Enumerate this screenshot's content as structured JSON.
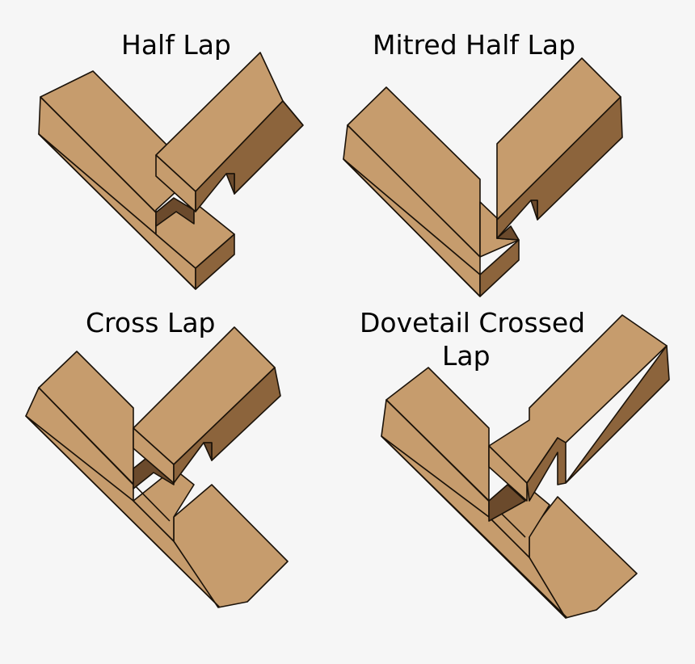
{
  "diagrams": [
    {
      "id": "half-lap",
      "label": "Half Lap"
    },
    {
      "id": "mitred-half-lap",
      "label": "Mitred Half Lap"
    },
    {
      "id": "cross-lap",
      "label": "Cross Lap"
    },
    {
      "id": "dovetail-crossed-lap",
      "label_line1": "Dovetail Crossed",
      "label_line2": "Lap"
    }
  ],
  "colors": {
    "background": "#f6f6f6",
    "wood_face": "#c69c6d",
    "wood_side": "#8c643c",
    "shadow": "#6b4a2c",
    "outline": "#1a1209"
  }
}
